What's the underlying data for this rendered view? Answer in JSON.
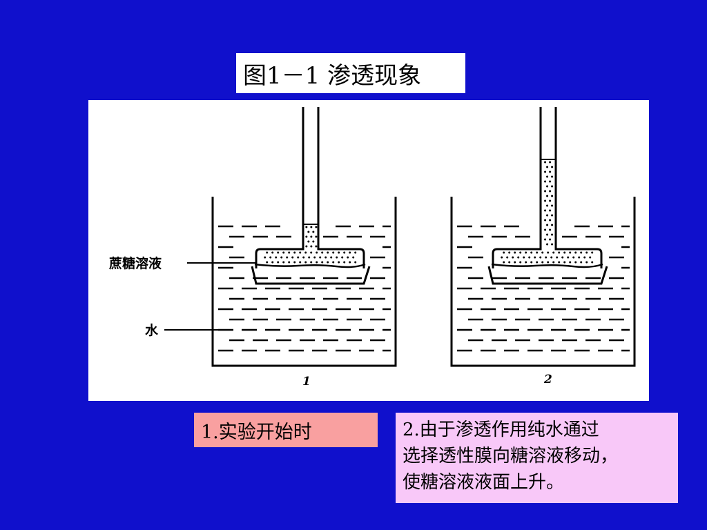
{
  "title": "图1－1 渗透现象",
  "figure": {
    "label_sucrose": "蔗糖溶液",
    "label_water": "水",
    "beaker_1_number": "1",
    "beaker_2_number": "2"
  },
  "captions": {
    "caption_1": "1.实验开始时",
    "caption_2_lines": [
      "2.由于渗透作用纯水通过",
      "选择透性膜向糖溶液移动，",
      "使糖溶液液面上升。"
    ]
  },
  "colors": {
    "background": "#1010CC",
    "caption_1_bg": "#F9A0A0",
    "caption_2_bg": "#F8C8F8"
  }
}
